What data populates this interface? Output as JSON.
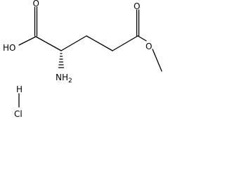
{
  "molecule": {
    "labels": {
      "hydroxyl": "HO",
      "carbonyl_o_left": "O",
      "carbonyl_o_right": "O",
      "ester_o": "O",
      "amino": "NH",
      "amino_sub": "2",
      "hcl_h": "H",
      "hcl_cl": "Cl"
    }
  }
}
